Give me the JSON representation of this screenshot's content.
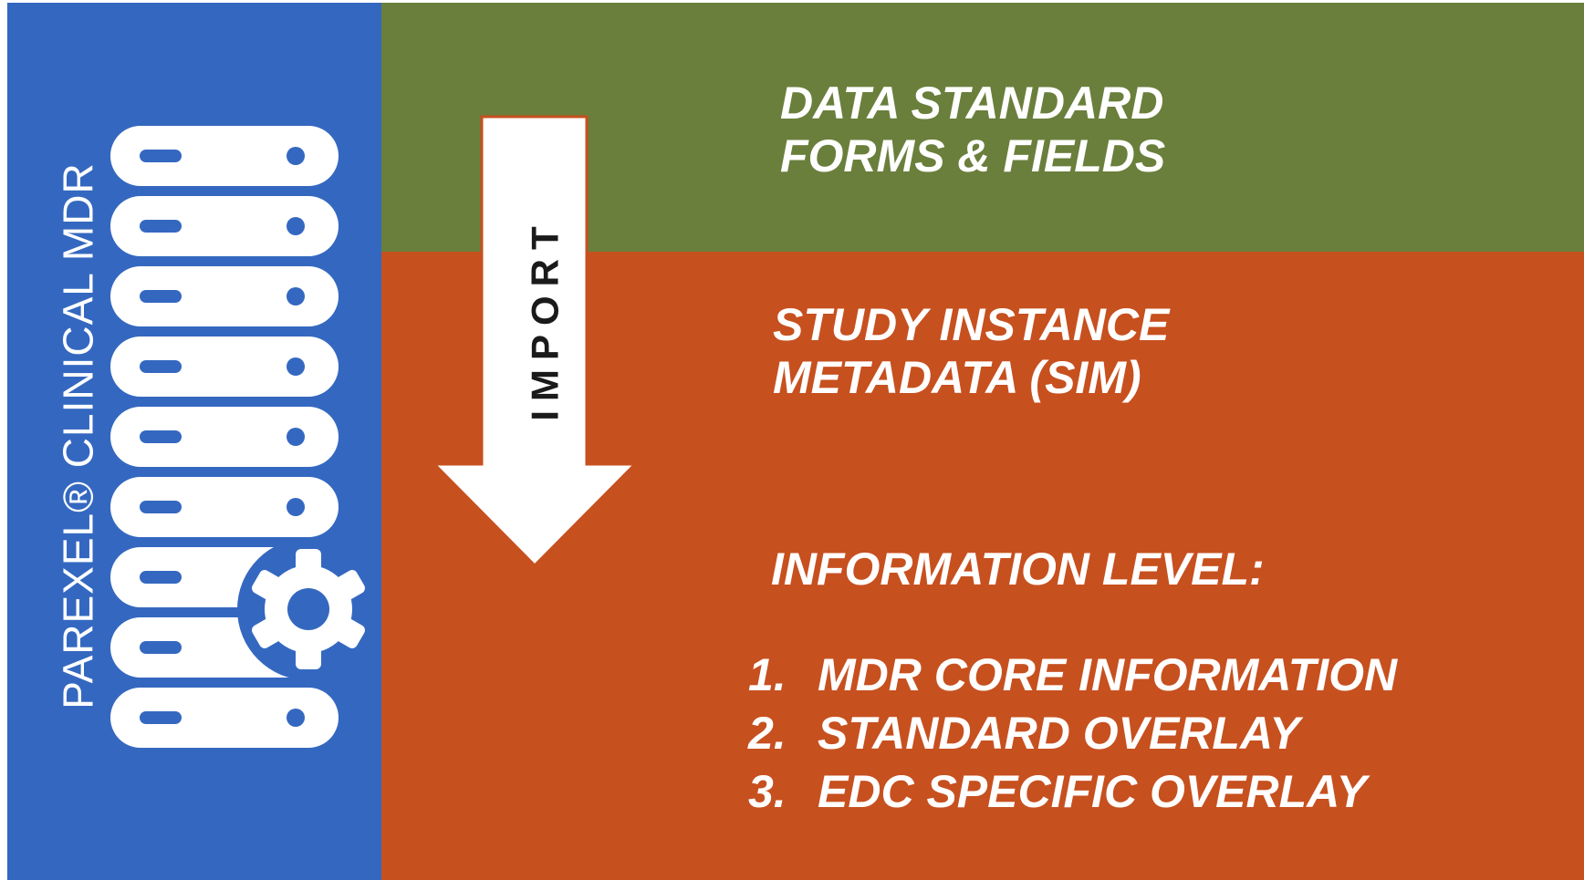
{
  "colors": {
    "left_panel": "#3468C0",
    "top_band": "#6A7F3C",
    "main_band": "#C7501F",
    "arrow_fill": "#ffffff",
    "arrow_stroke": "#C7501F"
  },
  "left_panel": {
    "vertical_title": "PAREXEL® CLINICAL MDR",
    "icon": "server-stack-gear-icon"
  },
  "arrow": {
    "label": "IMPORT",
    "icon": "down-arrow-icon"
  },
  "top_band": {
    "line1": "DATA STANDARD",
    "line2": "FORMS & FIELDS"
  },
  "main_band": {
    "sim_line1": "STUDY INSTANCE",
    "sim_line2": "METADATA (SIM)",
    "info_heading": "INFORMATION LEVEL:",
    "levels": [
      {
        "num": "1.",
        "label": "MDR CORE INFORMATION"
      },
      {
        "num": "2.",
        "label": "STANDARD OVERLAY"
      },
      {
        "num": "3.",
        "label": "EDC SPECIFIC OVERLAY"
      }
    ]
  }
}
